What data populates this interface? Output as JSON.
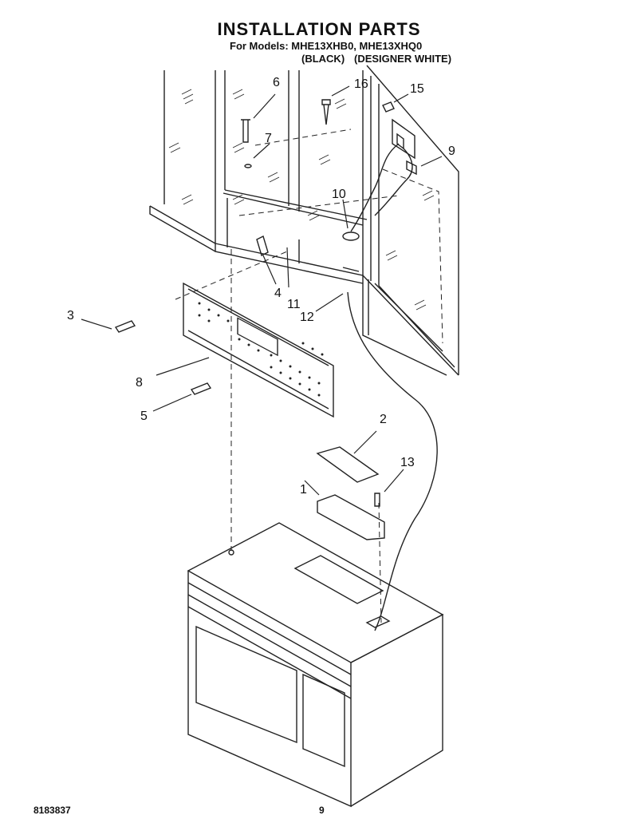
{
  "header": {
    "title": "INSTALLATION PARTS",
    "models_line": "For Models: MHE13XHB0, MHE13XHQ0",
    "variant_1": "(BLACK)",
    "variant_2": "(DESIGNER WHITE)"
  },
  "callouts": [
    "1",
    "2",
    "3",
    "4",
    "5",
    "6",
    "7",
    "8",
    "9",
    "10",
    "11",
    "12",
    "13",
    "15",
    "16"
  ],
  "footer": {
    "doc_number": "8183837",
    "page_number": "9"
  }
}
